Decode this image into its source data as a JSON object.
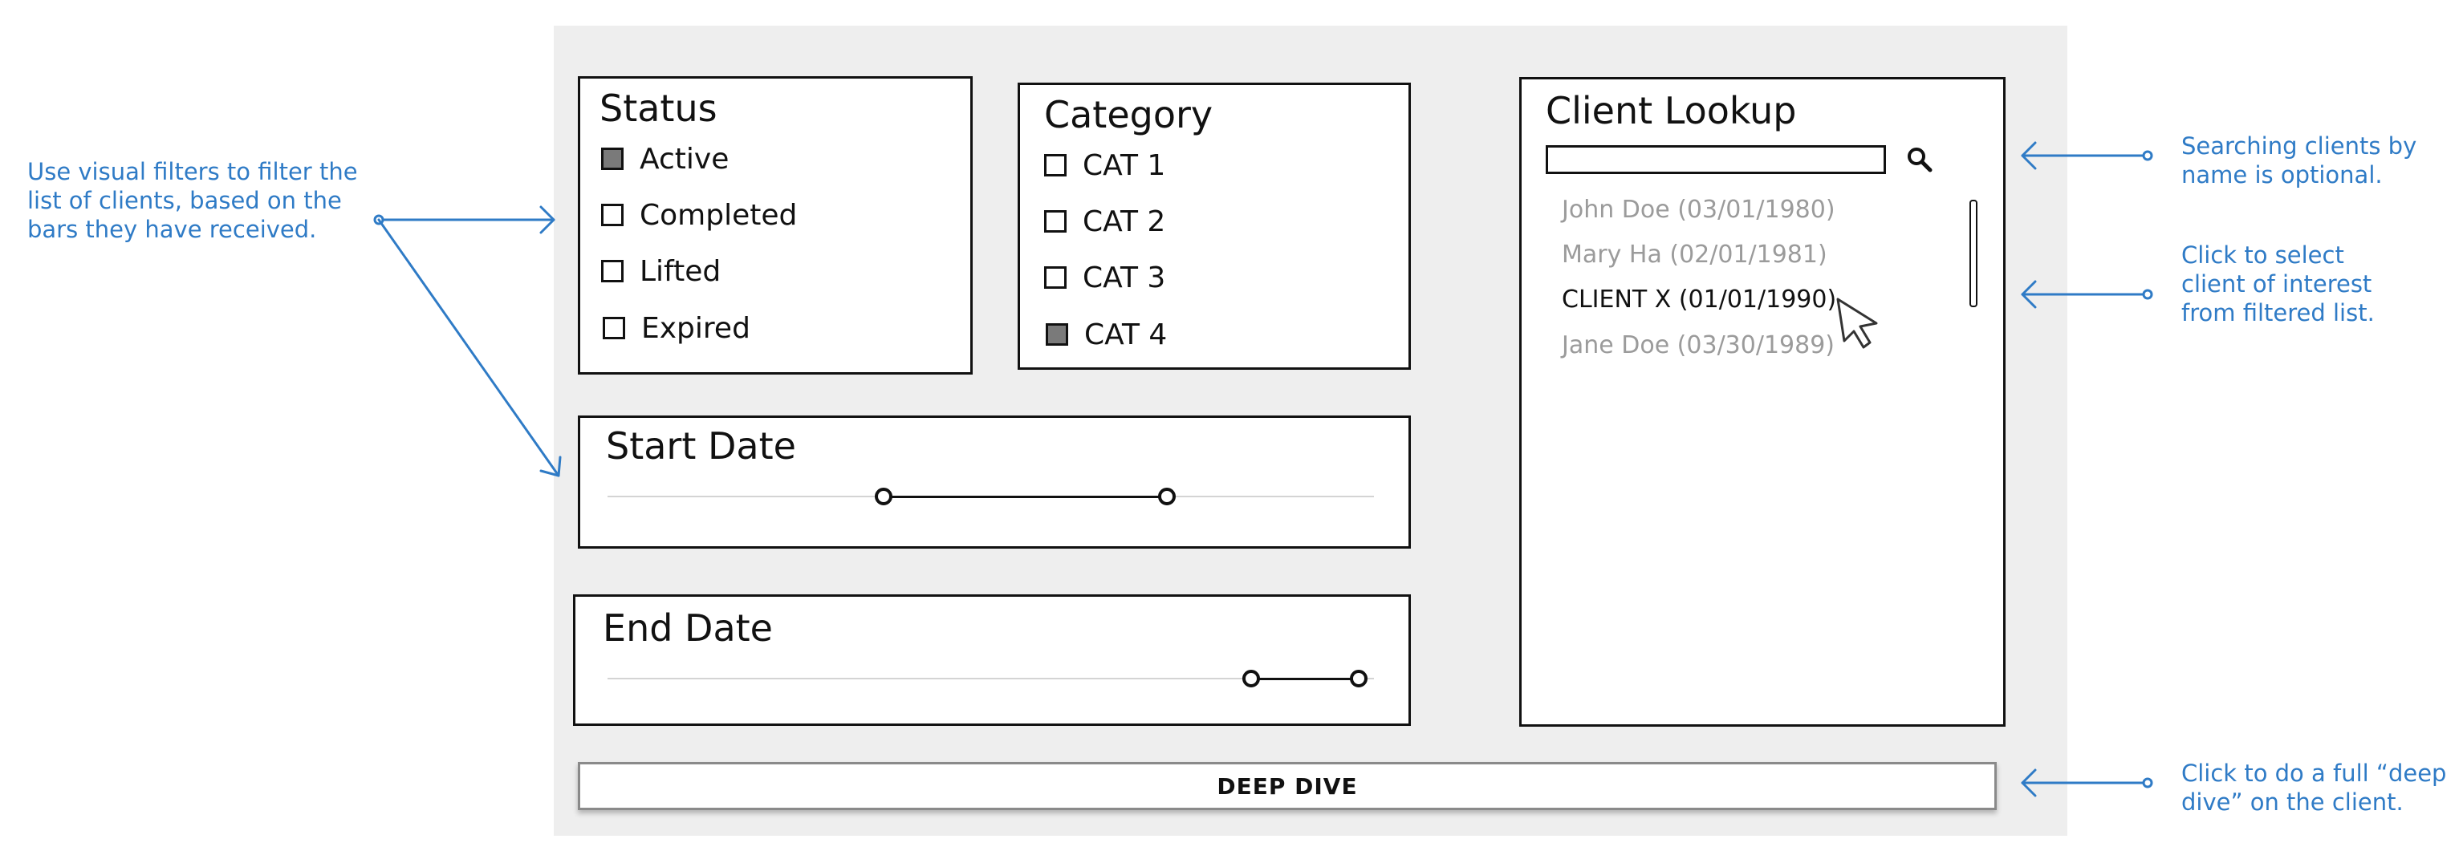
{
  "status_filter": {
    "title": "Status",
    "options": [
      {
        "label": "Active",
        "checked": true
      },
      {
        "label": "Completed",
        "checked": false
      },
      {
        "label": "Lifted",
        "checked": false
      },
      {
        "label": "Expired",
        "checked": false
      }
    ]
  },
  "category_filter": {
    "title": "Category",
    "options": [
      {
        "label": "CAT 1",
        "checked": false
      },
      {
        "label": "CAT 2",
        "checked": false
      },
      {
        "label": "CAT 3",
        "checked": false
      },
      {
        "label": "CAT 4",
        "checked": true
      }
    ]
  },
  "start_date": {
    "title": "Start Date",
    "range_fraction": [
      0.36,
      0.73
    ]
  },
  "end_date": {
    "title": "End Date",
    "range_fraction": [
      0.84,
      0.98
    ]
  },
  "client_lookup": {
    "title": "Client Lookup",
    "search_value": "",
    "search_icon": "search-icon",
    "clients": [
      {
        "label": "John Doe (03/01/1980)",
        "selected": false
      },
      {
        "label": "Mary Ha (02/01/1981)",
        "selected": false
      },
      {
        "label": "CLIENT X (01/01/1990)",
        "selected": true
      },
      {
        "label": "Jane Doe (03/30/1989)",
        "selected": false
      }
    ]
  },
  "deep_dive_button": {
    "label": "DEEP DIVE"
  },
  "annotations": {
    "filters": "Use visual filters to filter the\nlist of clients, based on the\nbars they have received.",
    "search": "Searching clients by\nname is optional.",
    "select": "Click to select\nclient of interest\nfrom filtered list.",
    "deep_dive": "Click to do a full “deep\ndive” on the client."
  },
  "colors": {
    "annotation": "#2f7bc6",
    "canvas": "#eeeeee",
    "checked": "#7a7a7a",
    "inactive_client": "#9b9b9b"
  }
}
